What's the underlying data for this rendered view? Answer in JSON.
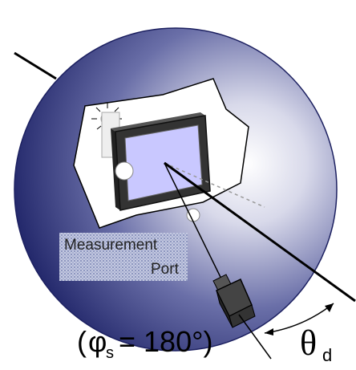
{
  "diagram": {
    "port_label_line1": "Measurement",
    "port_label_line2": "Port",
    "incidence_angle_symbol": "φ",
    "incidence_angle_subscript": "s",
    "incidence_angle_value": "= 180°)",
    "incidence_angle_open": "(",
    "detection_angle_symbol": "θ",
    "detection_angle_subscript": "d"
  },
  "colors": {
    "sphere_edge": "#2a2f7a",
    "sphere_center": "#ffffff",
    "sample_face": "#c9c8ff",
    "sample_frame": "#333333",
    "port_fill": "#9aa4c8"
  }
}
